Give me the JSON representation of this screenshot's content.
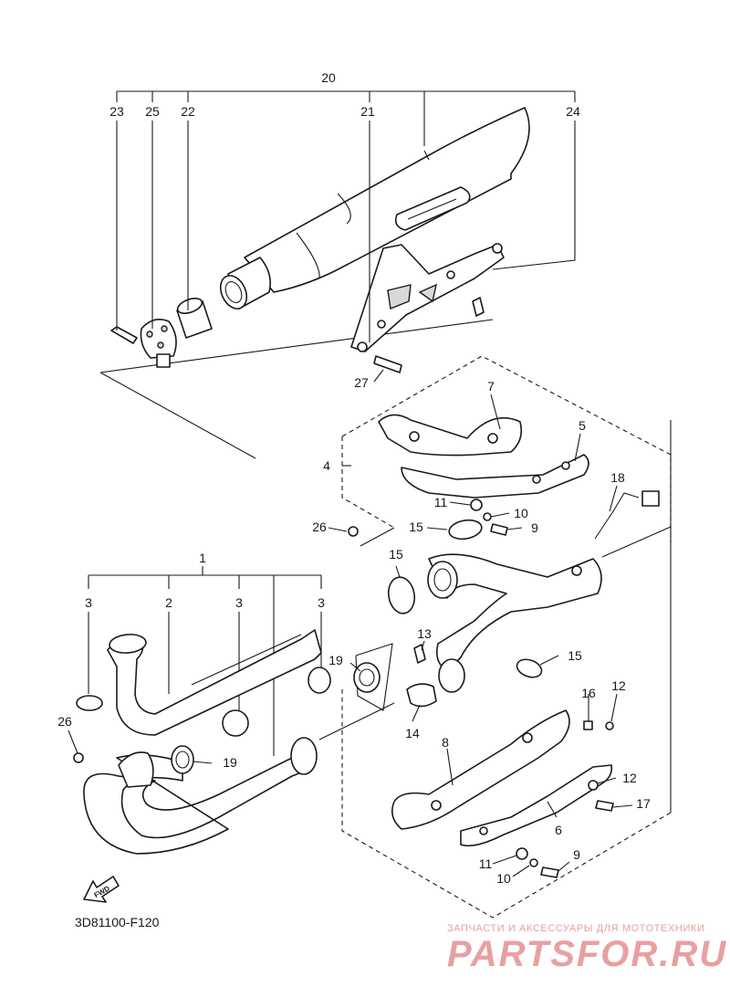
{
  "diagram_code": "3D81100-F120",
  "fwd_label": "FWD",
  "watermark": {
    "tagline": "ЗАПЧАСТИ И АКСЕССУАРЫ ДЛЯ МОТОТЕХНИКИ",
    "brand": "PARTSFOR.RU",
    "color": "#e8a0a0"
  },
  "callouts": {
    "c20": "20",
    "c23": "23",
    "c25": "25",
    "c22": "22",
    "c21": "21",
    "c24": "24",
    "c27": "27",
    "c7": "7",
    "c5": "5",
    "c4": "4",
    "c11a": "11",
    "c10a": "10",
    "c9a": "9",
    "c18": "18",
    "c26a": "26",
    "c15a": "15",
    "c15b": "15",
    "c1": "1",
    "c3a": "3",
    "c2": "2",
    "c3b": "3",
    "c3c": "3",
    "c13": "13",
    "c15c": "15",
    "c19a": "19",
    "c14": "14",
    "c26b": "26",
    "c19b": "19",
    "c8": "8",
    "c16": "16",
    "c12a": "12",
    "c12b": "12",
    "c17": "17",
    "c6": "6",
    "c11b": "11",
    "c10b": "10",
    "c9b": "9"
  }
}
